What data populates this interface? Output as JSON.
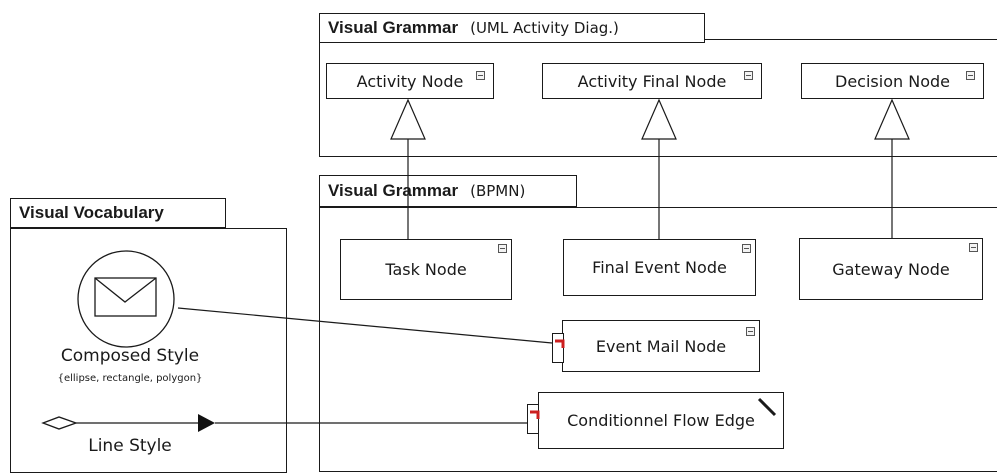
{
  "uml_frame": {
    "title": "Visual Grammar",
    "subtitle": "(UML Activity Diag.)",
    "nodes": [
      {
        "label": "Activity Node"
      },
      {
        "label": "Activity Final Node"
      },
      {
        "label": "Decision Node"
      }
    ]
  },
  "bpmn_frame": {
    "title": "Visual Grammar",
    "subtitle": "(BPMN)",
    "nodes": [
      {
        "label": "Task Node"
      },
      {
        "label": "Final Event Node"
      },
      {
        "label": "Gateway Node"
      },
      {
        "label": "Event Mail Node"
      },
      {
        "label": "Conditionnel Flow Edge"
      }
    ]
  },
  "vocabulary_frame": {
    "title": "Visual Vocabulary",
    "composed_style": {
      "label": "Composed Style",
      "detail": "{ellipse, rectangle, polygon}",
      "icon": "envelope-in-circle-icon"
    },
    "line_style": {
      "label": "Line Style",
      "icon": "diamond-to-arrow-line-icon"
    }
  },
  "colors": {
    "stroke": "#1a1a1a",
    "marker_red": "#cc1f1f",
    "background": "#ffffff"
  }
}
